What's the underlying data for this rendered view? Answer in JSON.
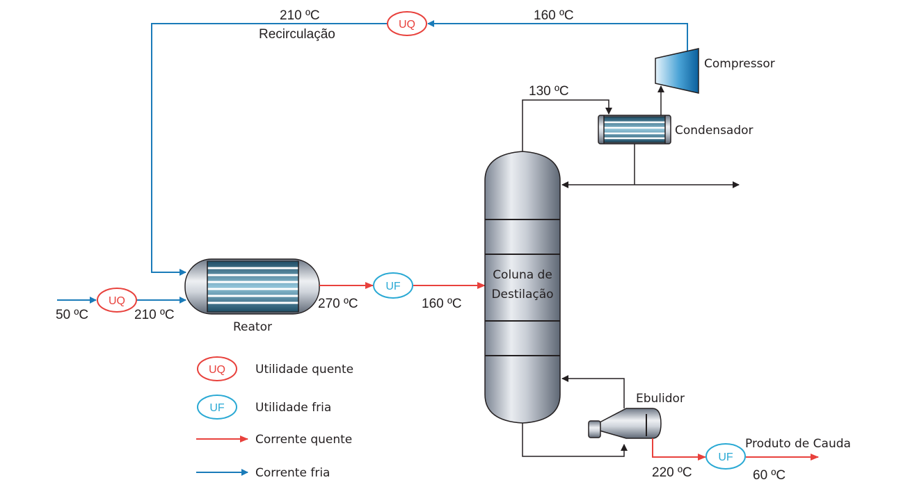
{
  "colors": {
    "hot": "#e8413c",
    "cold": "#1a7bb9",
    "cold_utility": "#2aa9d4",
    "line": "#231f20"
  },
  "equipment": {
    "reactor": "Reator",
    "column_line1": "Coluna de",
    "column_line2": "Destilação",
    "condenser": "Condensador",
    "compressor": "Compressor",
    "reboiler": "Ebulidor"
  },
  "streams": {
    "feed_in_temp": "50 ºC",
    "feed_heated_temp": "210 ºC",
    "reactor_out_temp": "270 ºC",
    "column_feed_temp": "160 ºC",
    "column_top_temp": "130 ºC",
    "compressor_out_temp": "160 ºC",
    "recycle_temp": "210 ºC",
    "recycle_label": "Recirculação",
    "bottoms_temp": "220 ºC",
    "bottoms_product_temp": "60 ºC",
    "bottoms_product_label": "Produto de Cauda"
  },
  "utilities": {
    "hot_abbr": "UQ",
    "cold_abbr": "UF"
  },
  "legend": {
    "hot_utility": "Utilidade quente",
    "cold_utility": "Utilidade fria",
    "hot_stream": "Corrente quente",
    "cold_stream": "Corrente fria"
  }
}
